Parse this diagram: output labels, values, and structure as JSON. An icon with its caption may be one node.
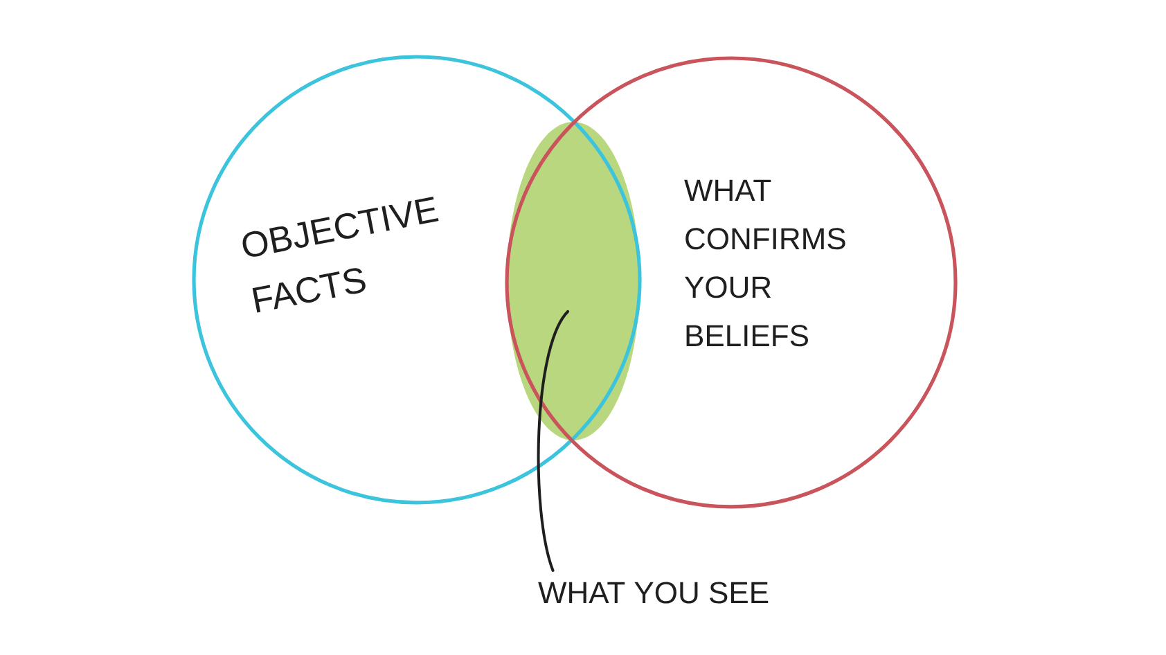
{
  "diagram": {
    "nodes": [
      {
        "text": [
          "OBJECTIVE FACTS"
        ]
      },
      {
        "text": [
          "WHAT CONFIRMS YOUR BELIEFS"
        ]
      },
      {
        "text": [],
        "shape": "ellipse"
      },
      {
        "text": [
          "WHAT YOU SEE"
        ]
      }
    ],
    "edges": [
      {
        "from": 3,
        "to": 2,
        "arrow": "none"
      }
    ]
  }
}
